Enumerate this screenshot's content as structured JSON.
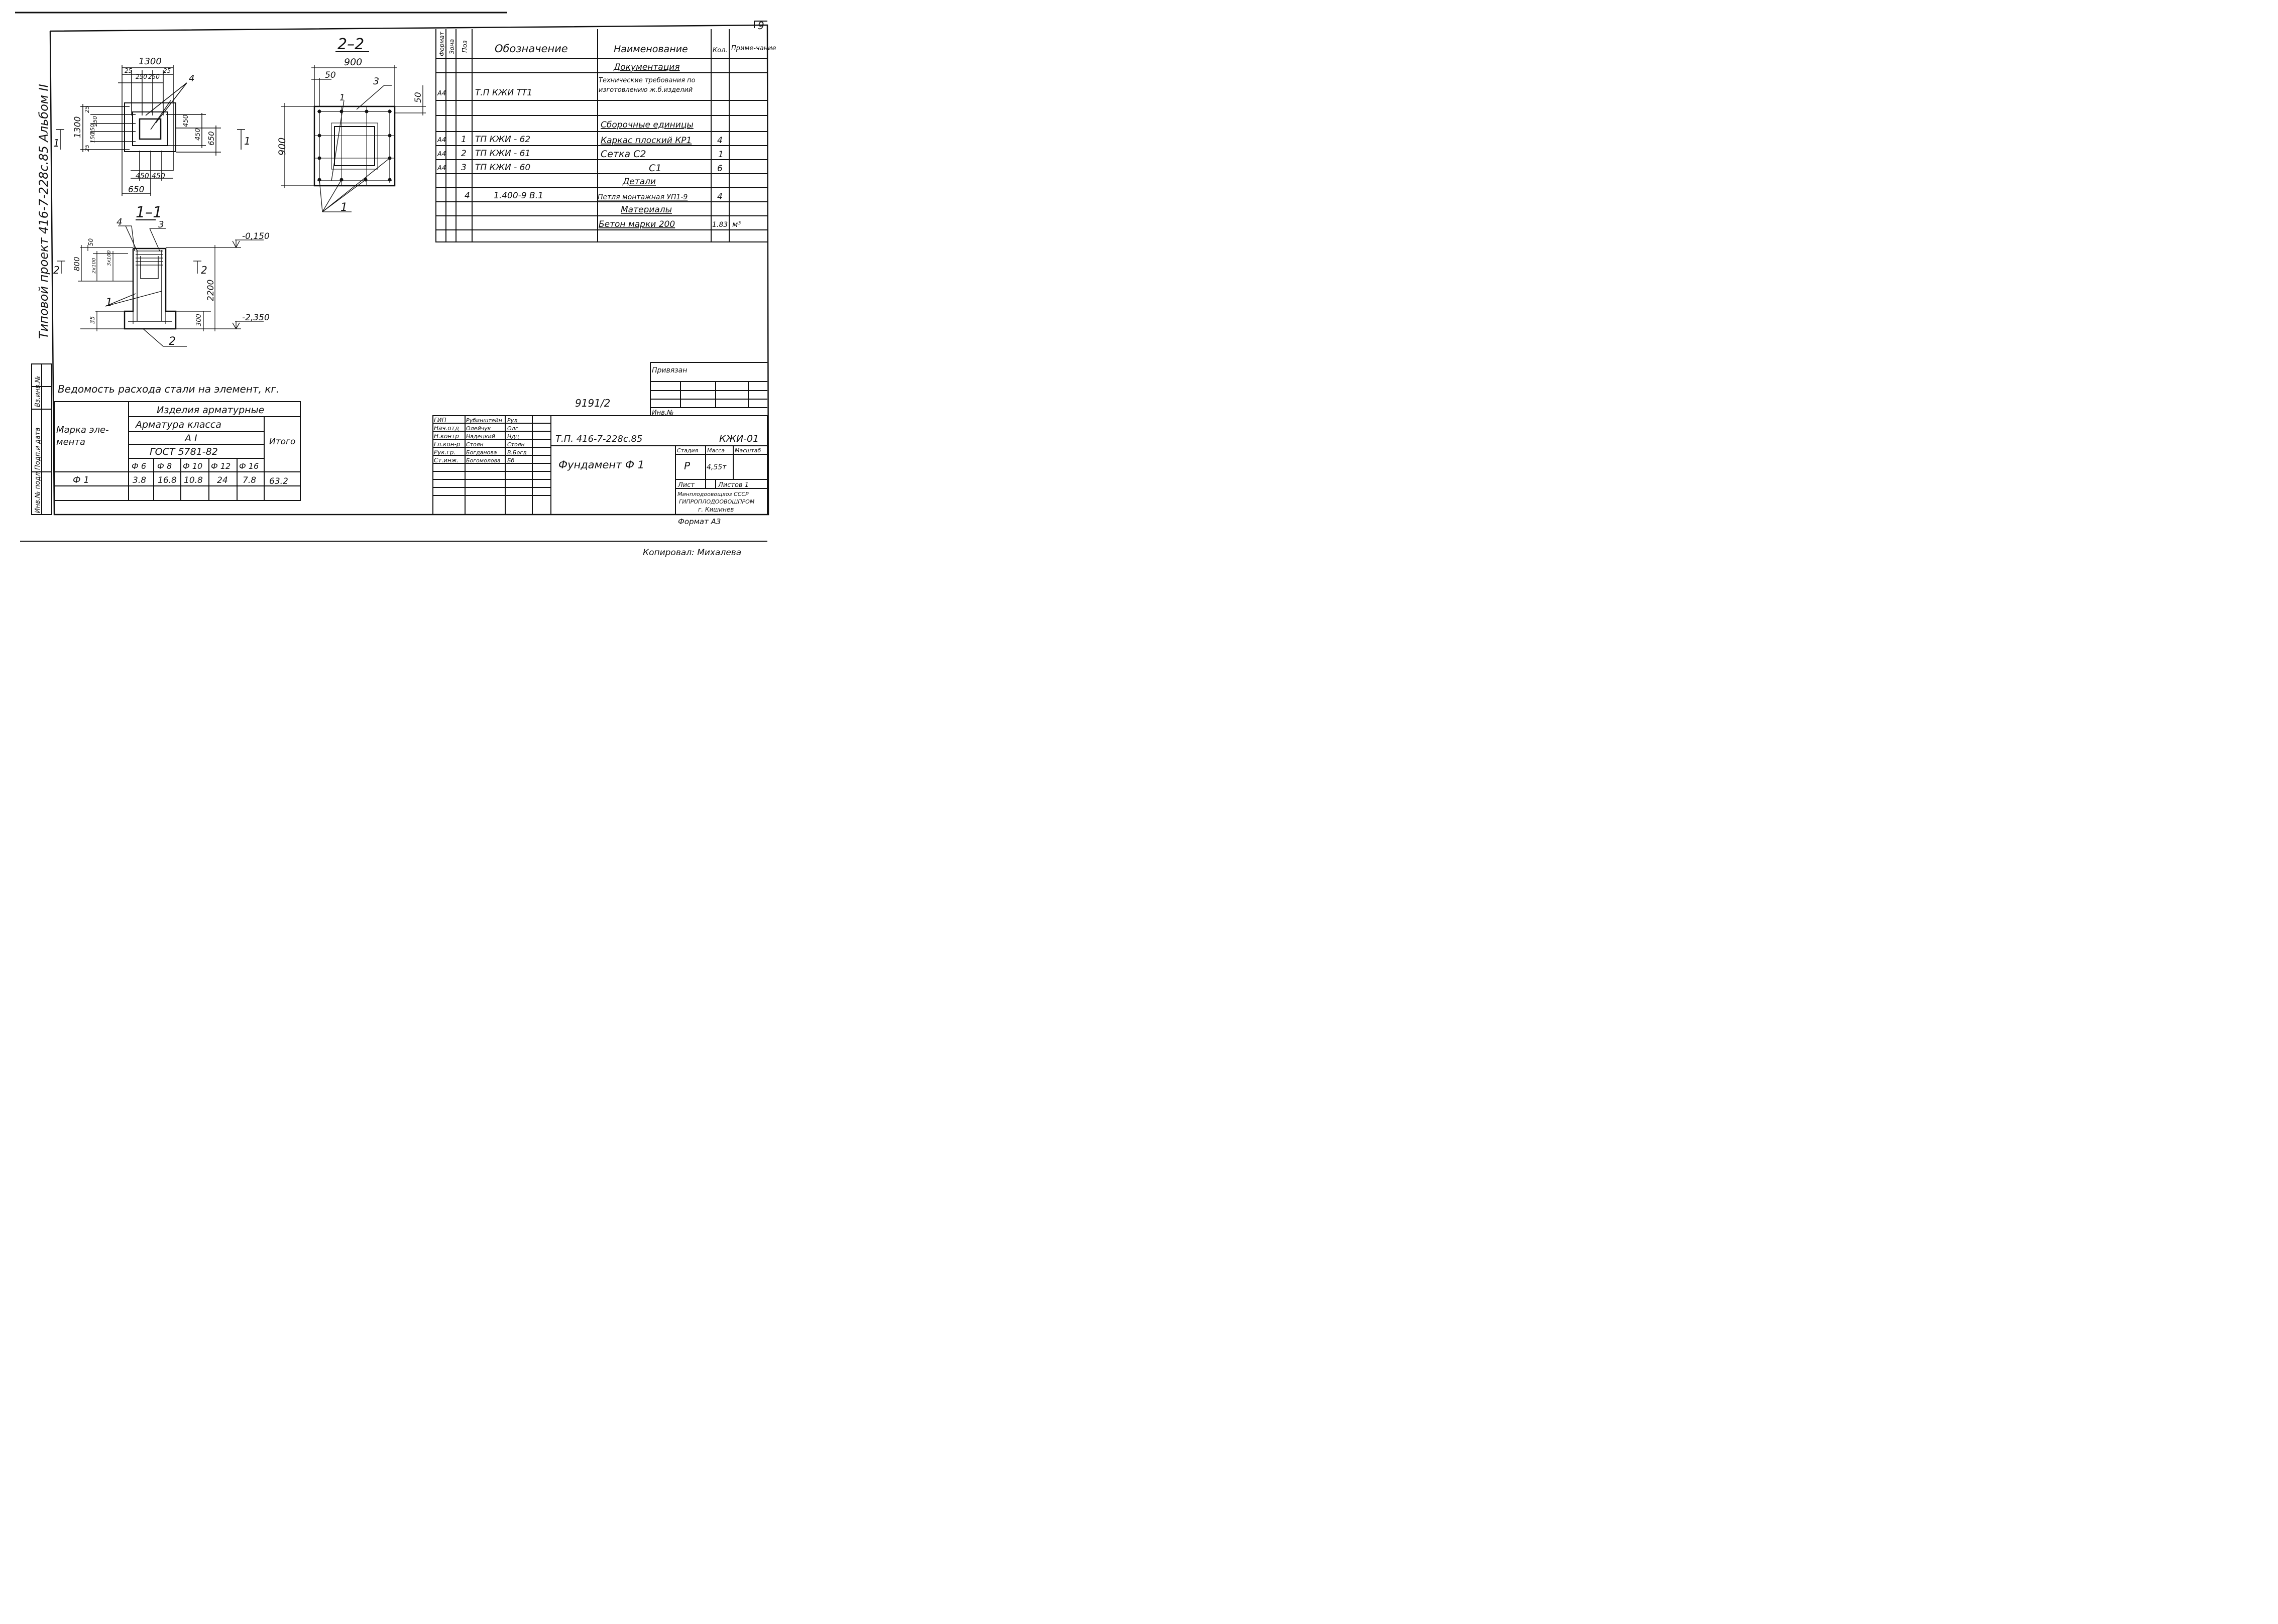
{
  "sheet_number": "9",
  "side_label": "Типовой проект 416-7-228с.85 Альбом II",
  "left_strip": [
    "Инв.№ подл.",
    "Подп.и дата",
    "Вз.инв.№"
  ],
  "plan": {
    "dim_top": "1300",
    "dim_top_parts": [
      "25",
      "250",
      "250",
      "25"
    ],
    "dim_left": "1300",
    "dim_left_parts": [
      "25",
      "250",
      "150",
      "150",
      "25"
    ],
    "dim_right_inner": "450",
    "dim_right_inner2": "450",
    "dim_right_outer": "650",
    "dim_bottom_parts": [
      "450",
      "450"
    ],
    "dim_bottom": "650",
    "callout": "4",
    "cut_marks": [
      "1",
      "1"
    ]
  },
  "section_22": {
    "title": "2–2",
    "dim_top": "900",
    "dim_top_left": "50",
    "dim_right": "50",
    "dim_left": "900",
    "callouts": [
      "3",
      "1",
      "1"
    ]
  },
  "section_11": {
    "title": "1–1",
    "callouts": [
      "4",
      "3",
      "1",
      "2"
    ],
    "level_top": "-0,150",
    "level_bottom": "-2,350",
    "dims_left": [
      "50",
      "800",
      "2x100",
      "3x100",
      "35"
    ],
    "dim_right_total": "2200",
    "dim_base": "300",
    "cut_marks": [
      "2",
      "2"
    ]
  },
  "spec_table": {
    "headers": {
      "format": "Формат",
      "zone": "Зона",
      "pos": "Поз",
      "designation": "Обозначение",
      "name": "Наименование",
      "qty": "Кол.",
      "note": "Приме-чание"
    },
    "rows": [
      {
        "format": "",
        "pos": "",
        "designation": "",
        "name": "Документация",
        "qty": "",
        "note": "",
        "heading": true
      },
      {
        "format": "А4",
        "pos": "",
        "designation": "Т.П          КЖИ ТТ1",
        "name": "Технические требования по изготовлению ж.б.изделий",
        "qty": "",
        "note": ""
      },
      {
        "format": "",
        "pos": "",
        "designation": "",
        "name": "",
        "qty": "",
        "note": ""
      },
      {
        "format": "",
        "pos": "",
        "designation": "",
        "name": "Сборочные единицы",
        "qty": "",
        "note": "",
        "heading": true
      },
      {
        "format": "А4",
        "pos": "1",
        "designation": "ТП          КЖИ - 62",
        "name": "Каркас плоский КР1",
        "qty": "4",
        "note": ""
      },
      {
        "format": "А4",
        "pos": "2",
        "designation": "ТП          КЖИ - 61",
        "name": "Сетка  С2",
        "qty": "1",
        "note": ""
      },
      {
        "format": "А4",
        "pos": "3",
        "designation": "ТП          КЖИ - 60",
        "name": "С1",
        "qty": "6",
        "note": ""
      },
      {
        "format": "",
        "pos": "",
        "designation": "",
        "name": "Детали",
        "qty": "",
        "note": "",
        "heading": true
      },
      {
        "format": "",
        "pos": "4",
        "designation": "1.400-9 В.1",
        "name": "Петля монтажная УП1-9",
        "qty": "4",
        "note": ""
      },
      {
        "format": "",
        "pos": "",
        "designation": "",
        "name": "Материалы",
        "qty": "",
        "note": "",
        "heading": true
      },
      {
        "format": "",
        "pos": "",
        "designation": "",
        "name": "Бетон марки 200",
        "qty": "1.83",
        "note": "м³"
      },
      {
        "format": "",
        "pos": "",
        "designation": "",
        "name": "",
        "qty": "",
        "note": ""
      }
    ]
  },
  "steel_table": {
    "title": "Ведомость расхода стали на элемент, кг.",
    "mark_header": "Марка эле-мента",
    "group_header": "Изделия арматурные",
    "subgroup_header": "Арматура класса",
    "class": "А I",
    "standard": "ГОСТ 5781-82",
    "diameters": [
      "Ф 6",
      "Ф 8",
      "Ф 10",
      "Ф 12",
      "Ф 16"
    ],
    "total_header": "Итого",
    "rows": [
      {
        "mark": "Ф 1",
        "values": [
          "3.8",
          "16.8",
          "10.8",
          "24",
          "7.8"
        ],
        "total": "63.2"
      }
    ]
  },
  "title_block": {
    "bound_label": "Привязан",
    "inv_label": "Инв.№",
    "stamp_number": "9191/2",
    "people": [
      {
        "role": "ГИП",
        "name": "Рубинштейн",
        "sign": "Руд"
      },
      {
        "role": "Нач.отд",
        "name": "Олейчук",
        "sign": "Олг"
      },
      {
        "role": "Н.контр",
        "name": "Надецкий",
        "sign": "Ндц"
      },
      {
        "role": "Гл.кон-р",
        "name": "Стоян",
        "sign": "Стоян"
      },
      {
        "role": "Рук.гр.",
        "name": "Богданова",
        "sign": "В.Богд"
      },
      {
        "role": "Ст.инж.",
        "name": "Богомолова",
        "sign": "Бб"
      }
    ],
    "project_code": "Т.П.        416-7-228с.85",
    "sheet_code": "КЖИ-01",
    "drawing_title": "Фундамент Ф 1",
    "stage_label": "Стадия",
    "mass_label": "Масса",
    "scale_label": "Масштаб",
    "stage": "Р",
    "mass": "4,55т",
    "sheet_label": "Лист",
    "sheets_label": "Листов 1",
    "org_line1": "Минплодоовощхоз СССР",
    "org_line2": "ГИПРОПЛОДООВОЩПРОМ",
    "org_line3": "г. Кишинев",
    "format": "Формат А3"
  },
  "footer_note": "Копировал: Михалева"
}
